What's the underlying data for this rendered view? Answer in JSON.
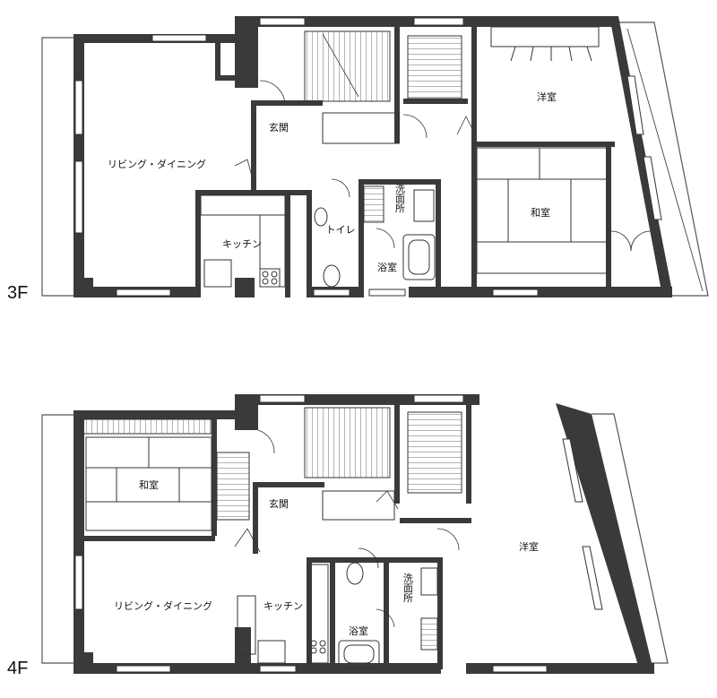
{
  "floors": [
    {
      "id": "3F",
      "label": "3F",
      "rooms": {
        "living_dining": "リビング・ダイニング",
        "entrance": "玄関",
        "kitchen": "キッチン",
        "toilet": "トイレ",
        "washroom": "洗面所",
        "bathroom": "浴室",
        "western_room": "洋室",
        "japanese_room": "和室"
      }
    },
    {
      "id": "4F",
      "label": "4F",
      "rooms": {
        "japanese_room": "和室",
        "entrance": "玄関",
        "living_dining": "リビング・ダイニング",
        "kitchen": "キッチン",
        "bathroom": "浴室",
        "washroom": "洗面所",
        "western_room": "洋室"
      }
    }
  ]
}
